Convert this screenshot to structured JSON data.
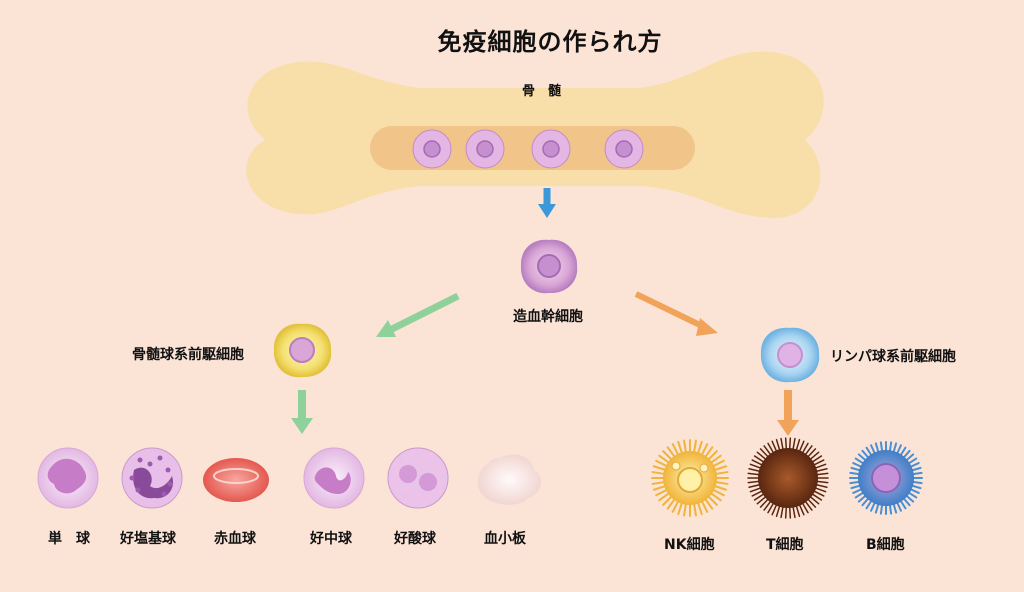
{
  "title": "免疫細胞の作られ方",
  "bone_label": "骨　髄",
  "stem_cell_label": "造血幹細胞",
  "myeloid_label": "骨髄球系前駆細胞",
  "lymphoid_label": "リンパ球系前駆細胞",
  "myeloid_cells": [
    {
      "label": "単　球"
    },
    {
      "label": "好塩基球"
    },
    {
      "label": "赤血球"
    },
    {
      "label": "好中球"
    },
    {
      "label": "好酸球"
    },
    {
      "label": "血小板"
    }
  ],
  "lymphoid_cells": [
    {
      "label": "NK細胞"
    },
    {
      "label": "T細胞"
    },
    {
      "label": "B細胞"
    }
  ],
  "colors": {
    "background": "#fbe3d6",
    "bone": "#f8dfa9",
    "marrow": "#f1c48a",
    "stem": "#d9a6d6",
    "myeloid": "#f4e070",
    "lymphoid": "#a9d4f1",
    "arrow_blue": "#3b99d9",
    "arrow_green": "#8fd19b",
    "arrow_orange": "#f2a35a"
  }
}
